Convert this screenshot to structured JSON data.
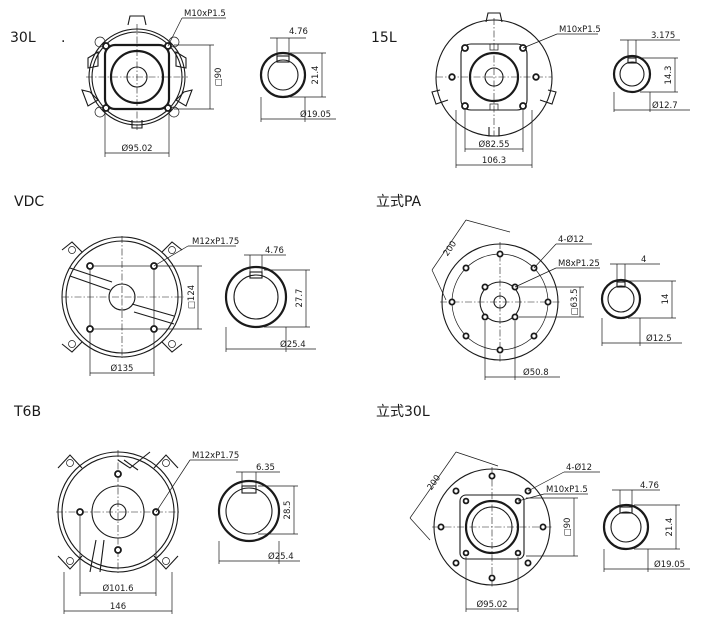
{
  "sections": [
    {
      "title": "30L",
      "mark": ".",
      "thread": "M10xP1.5",
      "square": "□90",
      "flange_dia": "Ø95.02",
      "key_width": "4.76",
      "key_depth": "21.4",
      "shaft_dia": "Ø19.05"
    },
    {
      "title": "15L",
      "thread": "M10xP1.5",
      "flange_dia": "Ø82.55",
      "overall": "106.3",
      "key_width": "3.175",
      "key_depth": "14.3",
      "shaft_dia": "Ø12.7"
    },
    {
      "title": "VDC",
      "thread": "M12xP1.75",
      "square": "□124",
      "flange_dia": "Ø135",
      "key_width": "4.76",
      "key_depth": "27.7",
      "shaft_dia": "Ø25.4"
    },
    {
      "title": "立式PA",
      "span": "200",
      "holes": "4-Ø12",
      "thread": "M8xP1.25",
      "square": "□63.5",
      "flange_dia": "Ø50.8",
      "key_width": "4",
      "key_depth": "14",
      "shaft_dia": "Ø12.5"
    },
    {
      "title": "T6B",
      "thread": "M12xP1.75",
      "flange_dia": "Ø101.6",
      "overall": "146",
      "key_width": "6.35",
      "key_depth": "28.5",
      "shaft_dia": "Ø25.4"
    },
    {
      "title": "立式30L",
      "span": "200",
      "holes": "4-Ø12",
      "thread": "M10xP1.5",
      "square": "□90",
      "flange_dia": "Ø95.02",
      "key_width": "4.76",
      "key_depth": "21.4",
      "shaft_dia": "Ø19.05"
    }
  ]
}
